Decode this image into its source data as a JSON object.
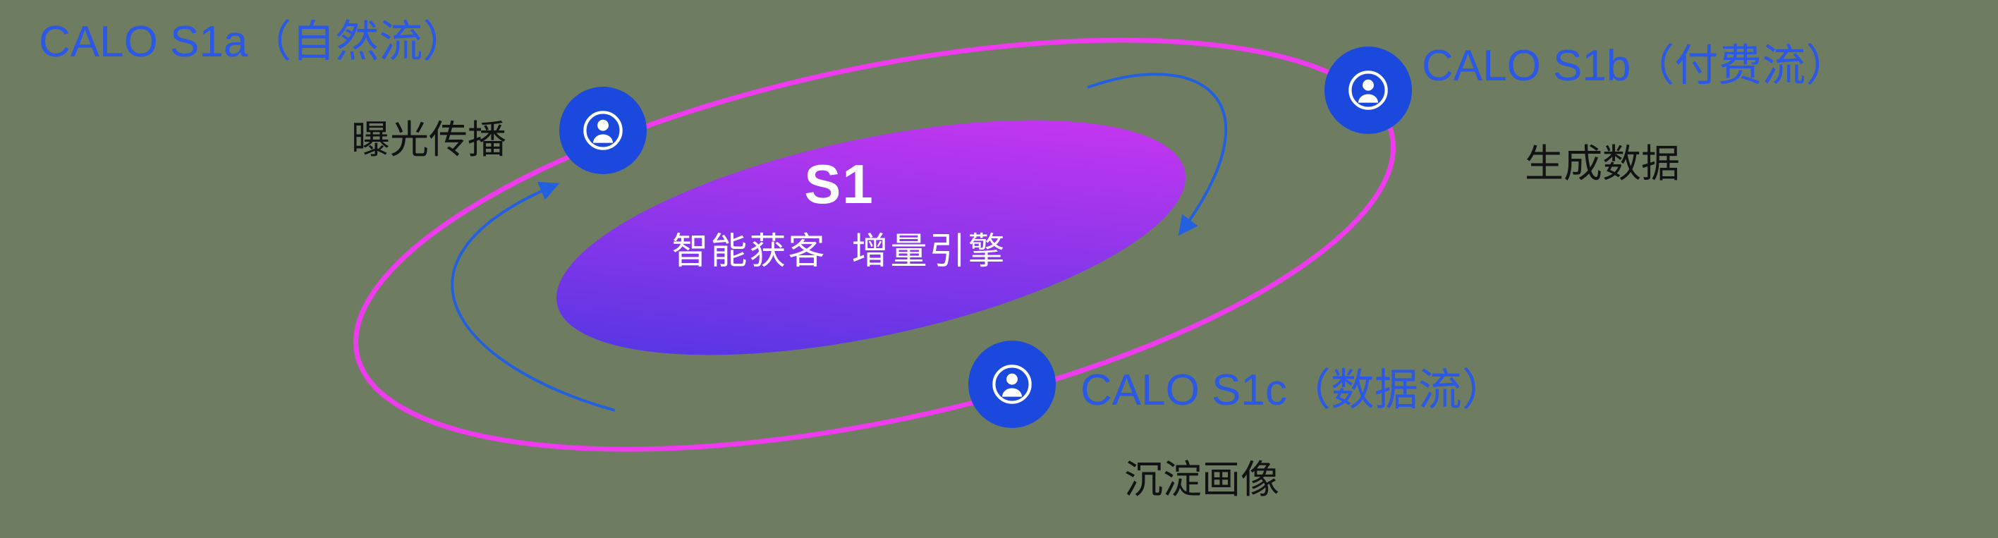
{
  "colors": {
    "background": "#6e7d62",
    "accent_blue": "#2b58e4",
    "orbit_pink": "#ee3bee",
    "node_blue": "#1b49dd",
    "core_grad_start": "#4436e2",
    "core_grad_end": "#d836f2",
    "dark_text": "#101214",
    "arrow_blue": "#2260e0",
    "white_text": "#ffffff"
  },
  "core": {
    "title": "S1",
    "subtitle": "智能获客  增量引擎"
  },
  "nodes": [
    {
      "id": "s1a",
      "title": "CALO S1a（自然流）",
      "subtitle": "曝光传播",
      "icon": "user-icon"
    },
    {
      "id": "s1b",
      "title": "CALO S1b（付费流）",
      "subtitle": "生成数据",
      "icon": "user-icon"
    },
    {
      "id": "s1c",
      "title": "CALO S1c（数据流）",
      "subtitle": "沉淀画像",
      "icon": "user-icon"
    }
  ]
}
